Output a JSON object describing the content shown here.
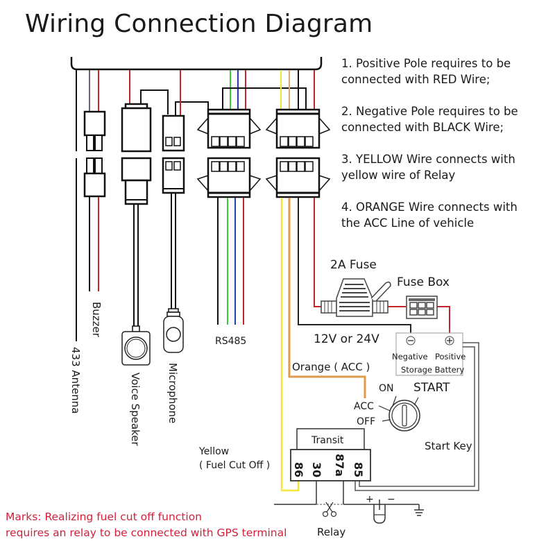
{
  "title": "Wiring Connection Diagram",
  "notes": [
    {
      "line1": "1. Positive Pole requires to be",
      "line2": "connected with RED Wire;"
    },
    {
      "line1": "2. Negative Pole requires to be",
      "line2": "connected with BLACK Wire;"
    },
    {
      "line1": "3. YELLOW Wire connects with",
      "line2": "yellow wire of Relay"
    },
    {
      "line1": "4. ORANGE Wire connects with",
      "line2": "the ACC Line of vehicle"
    }
  ],
  "labels": {
    "antenna": "433 Antenna",
    "buzzer": "Buzzer",
    "voice_speaker": "Voice Speaker",
    "microphone": "Microphone",
    "rs485": "RS485",
    "fuse": "2A Fuse",
    "fuse_box": "Fuse Box",
    "voltage": "12V or 24V",
    "battery_negative": "Negative",
    "battery_positive": "Positive",
    "battery": "Storage Battery",
    "orange_acc": "Orange ( ACC )",
    "key_on": "ON",
    "key_start": "START",
    "key_acc": "ACC",
    "key_off": "OFF",
    "start_key": "Start Key",
    "yellow": "Yellow",
    "fuel_cut_off": "( Fuel Cut Off )",
    "transit": "Transit",
    "pin_86": "86",
    "pin_30": "30",
    "pin_87a": "87a",
    "pin_85": "85",
    "relay": "Relay",
    "plus": "+",
    "minus": "−"
  },
  "marks": {
    "line1": "Marks: Realizing fuel cut off function",
    "line2": "requires an relay to be connected with GPS terminal"
  },
  "colors": {
    "red": "#c0272d",
    "black": "#111111",
    "green": "#3cc83c",
    "blue": "#1f3fb0",
    "yellow": "#f2e83a",
    "orange": "#e09a4c",
    "tan": "#d9a96b",
    "marks_red": "#d4203a"
  }
}
